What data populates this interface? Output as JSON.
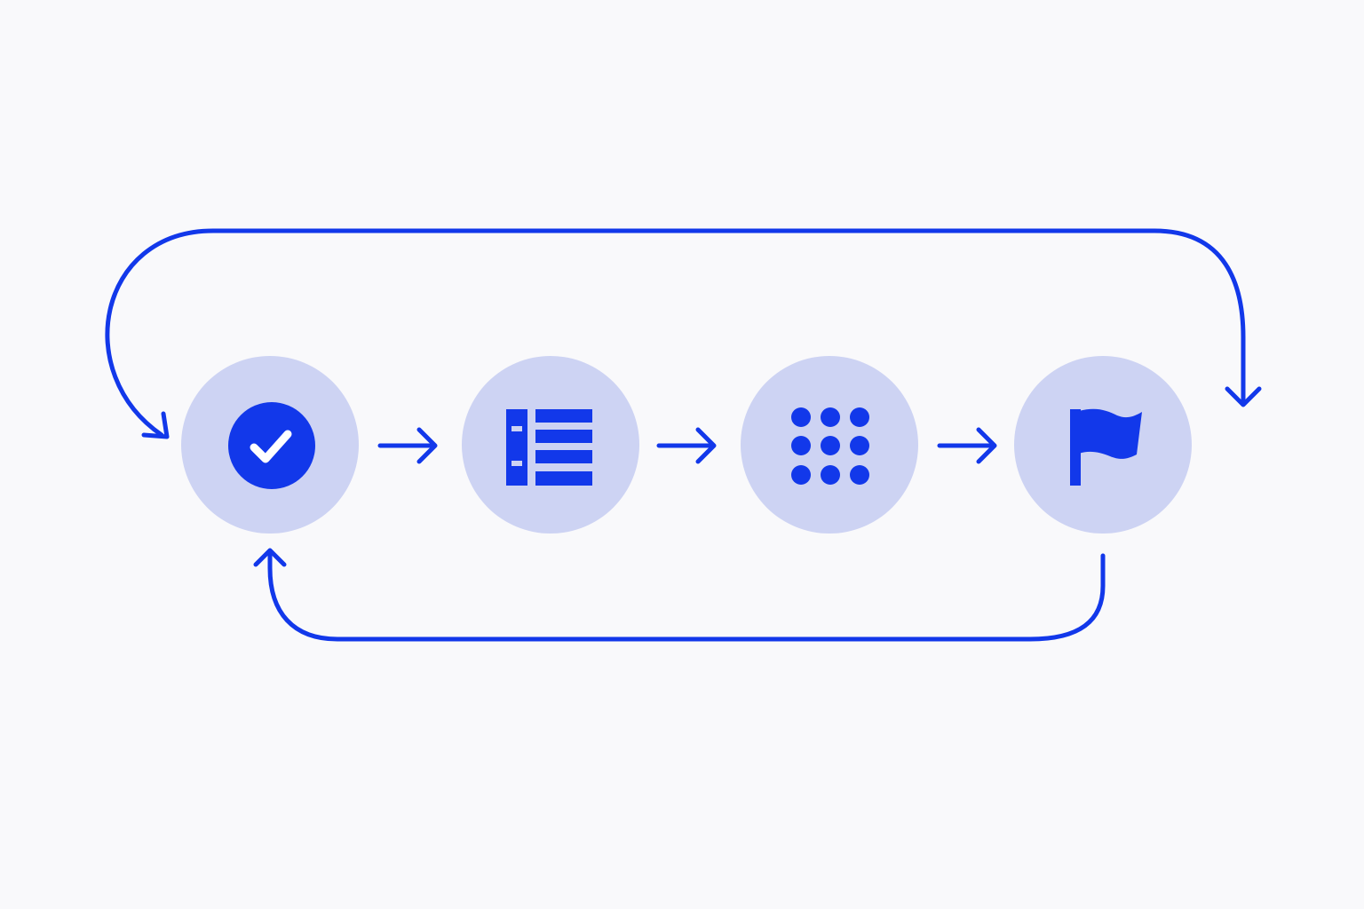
{
  "diagram": {
    "type": "cyclic-process-flow",
    "colors": {
      "accent": "#1238ea",
      "node_fill": "#cdd3f3",
      "background": "#f9f9fb"
    },
    "nodes": [
      {
        "id": "step-1",
        "icon": "check-circle-icon"
      },
      {
        "id": "step-2",
        "icon": "list-icon"
      },
      {
        "id": "step-3",
        "icon": "dot-grid-icon"
      },
      {
        "id": "step-4",
        "icon": "flag-icon"
      }
    ],
    "connections": [
      {
        "from": "step-1",
        "to": "step-2",
        "kind": "forward-arrow"
      },
      {
        "from": "step-2",
        "to": "step-3",
        "kind": "forward-arrow"
      },
      {
        "from": "step-3",
        "to": "step-4",
        "kind": "forward-arrow"
      },
      {
        "from": "step-4",
        "to": "step-1",
        "kind": "return-loop-bottom"
      },
      {
        "from": "outer-loop",
        "to": "step-1",
        "kind": "loop-top-into-first"
      },
      {
        "from": "outer-loop",
        "to": "after-step-4",
        "kind": "loop-top-into-end"
      }
    ]
  }
}
